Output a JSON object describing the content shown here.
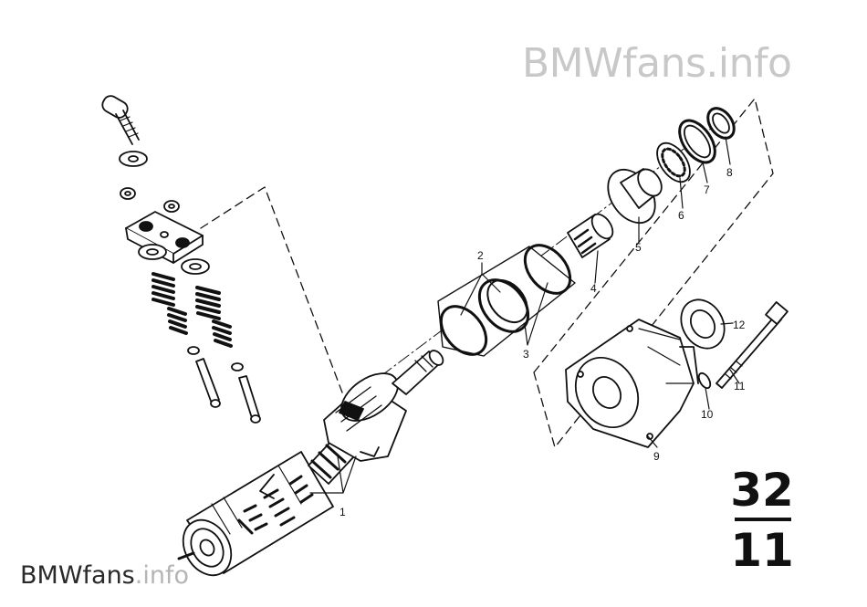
{
  "watermark": {
    "top": "BMWfans.info",
    "bottom_a": "BMWfans",
    "bottom_b": ".info"
  },
  "group": {
    "major": "32",
    "minor": "11"
  },
  "callouts": [
    "1",
    "2",
    "3",
    "4",
    "5",
    "6",
    "7",
    "8",
    "9",
    "10",
    "11",
    "12"
  ]
}
